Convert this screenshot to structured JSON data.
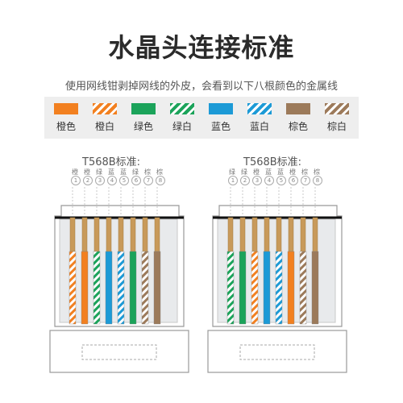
{
  "title": "水晶头连接标准",
  "subtitle": "使用网线钳剥掉网线的外皮，会看到以下八根颜色的金属线",
  "legend": [
    {
      "label": "橙色",
      "color": "#f28020",
      "striped": false
    },
    {
      "label": "橙白",
      "color": "#f28020",
      "striped": true
    },
    {
      "label": "绿色",
      "color": "#1ba35a",
      "striped": false
    },
    {
      "label": "绿白",
      "color": "#1ba35a",
      "striped": true
    },
    {
      "label": "蓝色",
      "color": "#1c9ad6",
      "striped": false
    },
    {
      "label": "蓝白",
      "color": "#1c9ad6",
      "striped": true
    },
    {
      "label": "棕色",
      "color": "#9c7a5a",
      "striped": false
    },
    {
      "label": "棕白",
      "color": "#9c7a5a",
      "striped": true
    }
  ],
  "connectors": [
    {
      "title": "T568B标准:",
      "pins": [
        "橙白",
        "橙",
        "绿白",
        "蓝",
        "蓝白",
        "绿",
        "棕白",
        "棕"
      ],
      "numbers": [
        "1",
        "2",
        "3",
        "4",
        "5",
        "6",
        "7",
        "8"
      ]
    },
    {
      "title": "T568B标准:",
      "pins": [
        "绿白",
        "绿",
        "橙白",
        "蓝",
        "蓝白",
        "橙",
        "棕白",
        "棕"
      ],
      "numbers": [
        "1",
        "2",
        "3",
        "4",
        "5",
        "6",
        "7",
        "8"
      ]
    }
  ],
  "colors": {
    "orange": "#f28020",
    "green": "#1ba35a",
    "blue": "#1c9ad6",
    "brown": "#9c7a5a",
    "gold": "#c89a5a"
  }
}
